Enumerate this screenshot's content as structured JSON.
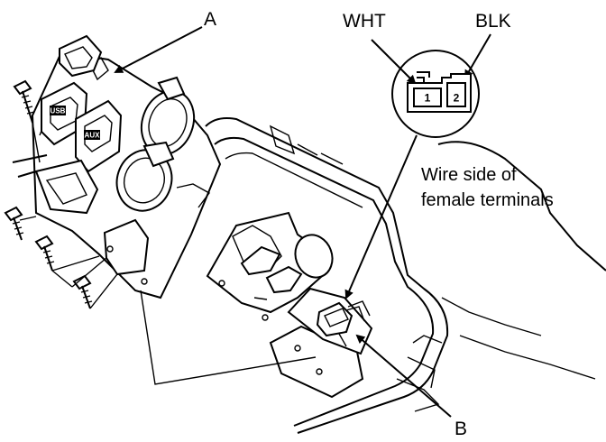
{
  "labels": {
    "part_a": "A",
    "part_b": "B",
    "wire_white": "WHT",
    "wire_black": "BLK",
    "caption_line1": "Wire side of",
    "caption_line2": "female terminals",
    "pin_1": "1",
    "pin_2": "2",
    "usb_badge": "USB",
    "aux_badge": "AUX"
  }
}
